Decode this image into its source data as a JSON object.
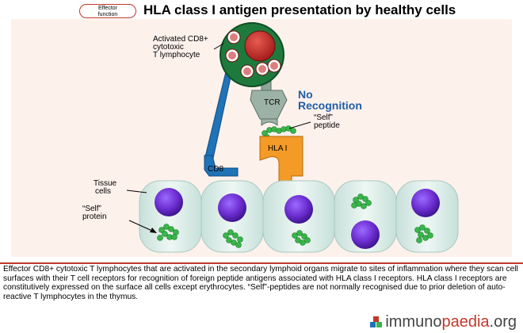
{
  "tag": {
    "line1": "Effector",
    "line2": "function"
  },
  "title": "HLA class I antigen presentation by healthy cells",
  "labels": {
    "ctl_line1": "Activated CD8+",
    "ctl_line2": "cytotoxic",
    "ctl_line3": "T lymphocyte",
    "tcr": "TCR",
    "no_rec_line1": "No",
    "no_rec_line2": "Recognition",
    "self_peptide_line1": "“Self”",
    "self_peptide_line2": "peptide",
    "hla": "HLA I",
    "cd8": "CD8",
    "tissue_line1": "Tissue",
    "tissue_line2": "cells",
    "self_protein_line1": "“Self”",
    "self_protein_line2": "protein"
  },
  "caption": "Effector CD8+ cytotoxic T lymphocytes that are activated in the secondary lymphoid organs migrate to sites of inflammation where they scan cell surfaces with their T cell receptors for recognition of foreign peptide antigens associated with HLA class I receptors. HLA class I receptors are constitutively expressed on the surface all cells except erythrocytes. “Self”-peptides are not normally recognised due to prior deletion of auto-reactive T lymphocytes in the thymus.",
  "brand": {
    "part1": "immuno",
    "part2": "paedia",
    "part3": ".org"
  },
  "colors": {
    "panel": "#fdf1ec",
    "ctl_green": "#1e7a3c",
    "ctl_nucleus": "#c62828",
    "cd8_blue": "#1f73b7",
    "tcr_gray": "#8ea59a",
    "hla_orange": "#f39a27",
    "cell_fill": "#d8ebe6",
    "nucleus_purple": "#6d2ed1",
    "peptide_green": "#39b54a",
    "title_accent": "#c0392b",
    "no_recognition": "#1f5fa8"
  }
}
